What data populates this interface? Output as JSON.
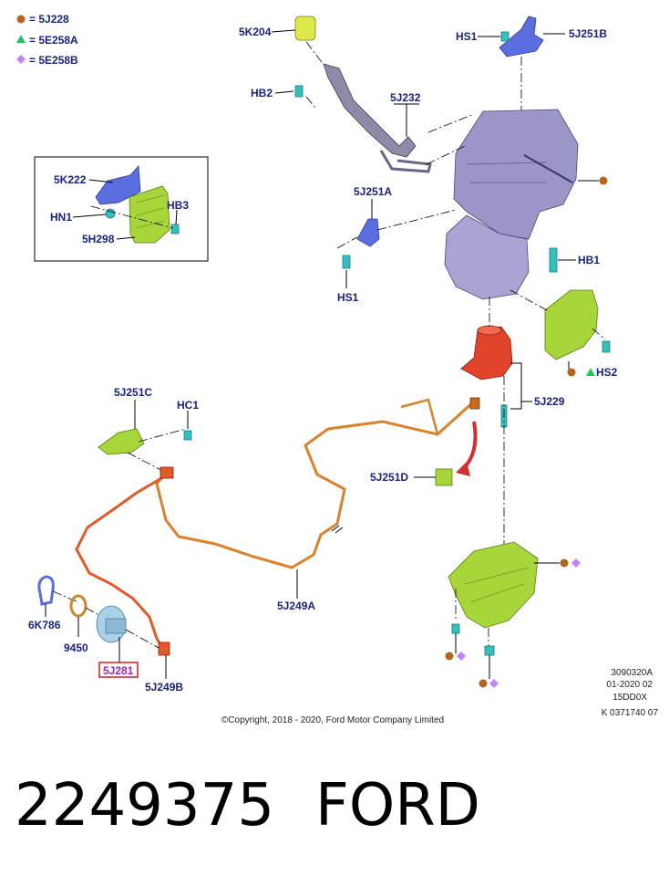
{
  "legend": [
    {
      "symbol": "circle",
      "color": "#b5651d",
      "label": "= 5J228"
    },
    {
      "symbol": "triangle",
      "color": "#22c55e",
      "label": "= 5E258A"
    },
    {
      "symbol": "diamond",
      "color": "#c084fc",
      "label": "= 5E258B"
    }
  ],
  "callouts": {
    "c5K204": "5K204",
    "cHS1_top": "HS1",
    "c5J251B": "5J251B",
    "cHB2": "HB2",
    "c5J232": "5J232",
    "c5K222": "5K222",
    "cHN1": "HN1",
    "cHB3": "HB3",
    "c5H298": "5H298",
    "c5J251A": "5J251A",
    "cHS1_mid": "HS1",
    "cHB1": "HB1",
    "cHS2": "HS2",
    "c5J229": "5J229",
    "c5J251C": "5J251C",
    "cHC1": "HC1",
    "c5J251D": "5J251D",
    "c6K786": "6K786",
    "c9450": "9450",
    "c5J281": "5J281",
    "c5J249A": "5J249A",
    "c5J249B": "5J249B"
  },
  "colors": {
    "callout_text": "#1a237e",
    "tank_purple": "#9b96c8",
    "heater_red": "#e0442a",
    "shield_green": "#a6d63a",
    "wire_orange": "#d9822b",
    "clip_teal": "#35c0c0",
    "bracket_blue": "#5a6ee0",
    "highlight_red": "#d32f2f"
  },
  "meta_lines": [
    "3090320A",
    "01-2020 02",
    "15DD0X",
    "K 0371740 07"
  ],
  "copyright": "©Copyright, 2018 - 2020, Ford Motor Company Limited",
  "part_number": "2249375",
  "brand": "FORD"
}
